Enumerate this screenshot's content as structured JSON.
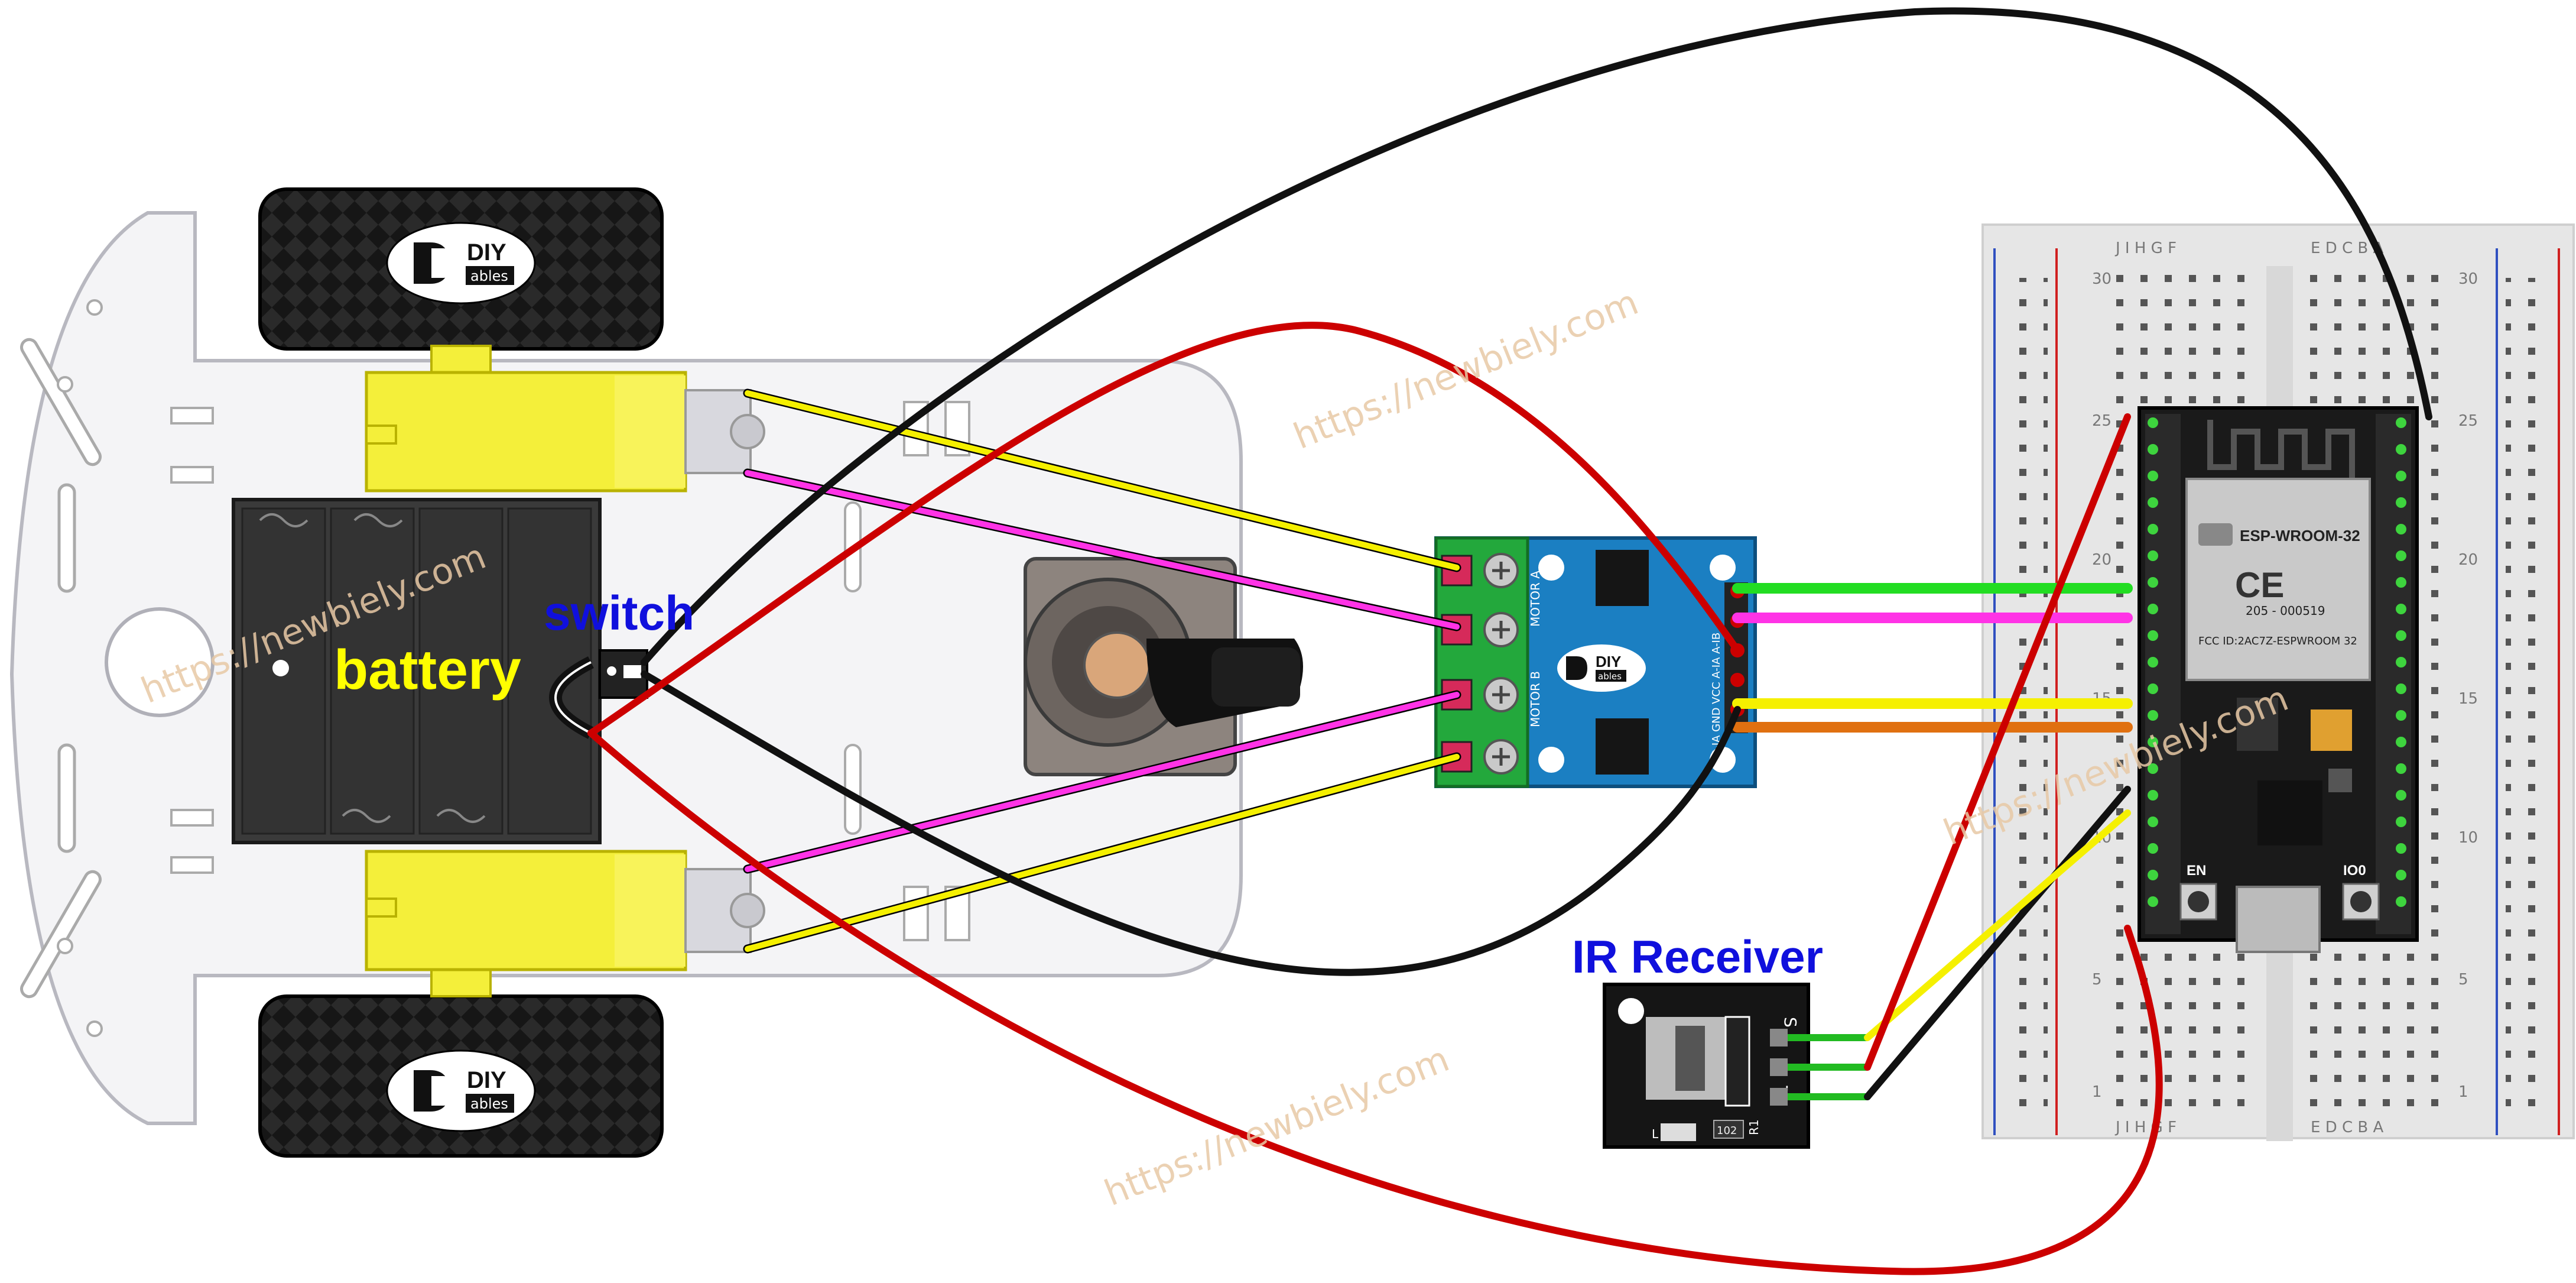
{
  "labels": {
    "switch": "switch",
    "battery": "battery",
    "ir_receiver": "IR Receiver"
  },
  "brand": {
    "logo_line1": "DIY",
    "logo_line2": "ables"
  },
  "watermark": "https://newbiely.com",
  "driver_board": {
    "motor_a": "MOTOR A",
    "motor_b": "MOTOR B",
    "pins": "B-IA  GND VCC A-IA A-IB"
  },
  "esp32": {
    "module": "ESP-WROOM-32",
    "fcc": "FCC ID:2AC7Z-ESPWROOM 32",
    "cert": "205 - 000519",
    "en_button": "EN",
    "io0_button": "IO0"
  },
  "breadboard": {
    "row_numbers": [
      "30",
      "25",
      "20",
      "15",
      "10",
      "5",
      "1"
    ],
    "columns_left": "J  I  H  G  F",
    "columns_right": "E  D  C  B  A"
  },
  "ir_module": {
    "pin_s": "S",
    "pin_minus": "-",
    "resistor": "102",
    "r1": "R1",
    "l": "L"
  },
  "colors": {
    "wire_red": "#cc0000",
    "wire_black": "#111111",
    "wire_yellow": "#f5f000",
    "wire_pink": "#ff33e6",
    "wire_green": "#22dd22",
    "wire_orange": "#e07010",
    "label_blue": "#1010dd",
    "label_yellow": "#ffff00",
    "board_blue": "#1b7fc2",
    "esp_black": "#1a1a1a",
    "wheel_black": "#151515",
    "motor_yellow": "#f4ef3a"
  }
}
